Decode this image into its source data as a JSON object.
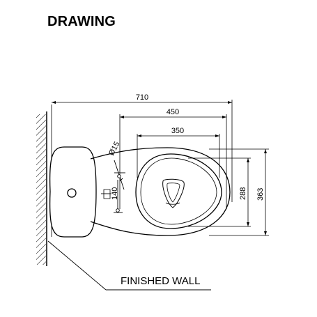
{
  "title": "DRAWING",
  "dimensions": {
    "overall_length": "710",
    "outer_length": "450",
    "inner_length": "350",
    "pipe_diameter": "Ø15",
    "pipe_offset": "140",
    "inner_width": "288",
    "outer_width": "363"
  },
  "wall_label": "FINISHED WALL"
}
